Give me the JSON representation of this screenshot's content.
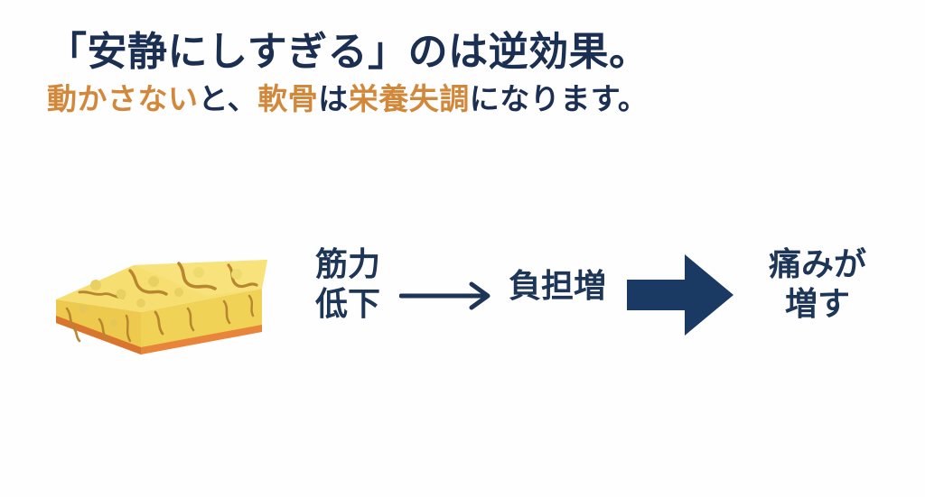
{
  "slide": {
    "background_color": "#fffefe",
    "title": {
      "text": "「安静にしすぎる」のは逆効果。",
      "color": "#1b2f52"
    },
    "subtitle": {
      "segments": [
        {
          "text": "動かさない",
          "color": "#d2883a",
          "emphasis": true
        },
        {
          "text": "と、",
          "color": "#1b2f52",
          "emphasis": false
        },
        {
          "text": "軟骨",
          "color": "#d2883a",
          "emphasis": true
        },
        {
          "text": "は",
          "color": "#1b2f52",
          "emphasis": false
        },
        {
          "text": "栄養失調",
          "color": "#d2883a",
          "emphasis": true
        },
        {
          "text": "になります。",
          "color": "#1b2f52",
          "emphasis": false
        }
      ]
    }
  },
  "illustration": {
    "name": "cracked-cartilage-block",
    "description": "damaged cartilage block",
    "top_color": "#f5dd6e",
    "front_color": "#f2d45f",
    "side_color": "#ecc94f",
    "base_color": "#e8853a",
    "crack_color": "#b8862f",
    "spot_color": "#e8cf63"
  },
  "flow": {
    "stages": [
      {
        "id": "stage-1",
        "lines": [
          "筋力",
          "低下"
        ],
        "color": "#1d3557"
      },
      {
        "id": "stage-2",
        "lines": [
          "負担増"
        ],
        "color": "#1d3557"
      },
      {
        "id": "stage-3",
        "lines": [
          "痛みが",
          "増す"
        ],
        "color": "#1d3557"
      }
    ],
    "connectors": [
      {
        "id": "thin-arrow",
        "style": "line-arrow",
        "direction": "right",
        "color": "#1d3557"
      },
      {
        "id": "block-arrow",
        "style": "block-arrow",
        "direction": "right",
        "color": "#1b3a63"
      }
    ]
  }
}
